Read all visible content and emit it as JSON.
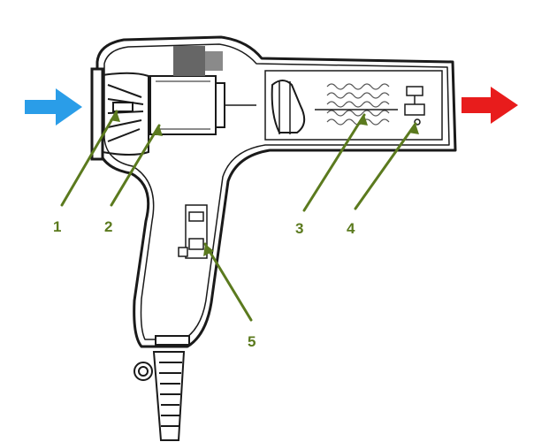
{
  "colors": {
    "intake_arrow": "#2a9de8",
    "outlet_arrow": "#e81c1c",
    "callout": "#5b7a1e",
    "outline": "#1a1a1a",
    "hatch": "#555555"
  },
  "callouts": [
    {
      "label": "1",
      "part": "fan"
    },
    {
      "label": "2",
      "part": "motor"
    },
    {
      "label": "3",
      "part": "heating-element"
    },
    {
      "label": "4",
      "part": "thermal-cutoff"
    },
    {
      "label": "5",
      "part": "switch"
    }
  ],
  "arrows": {
    "intake": {
      "icon": "arrow-right-icon"
    },
    "outlet": {
      "icon": "arrow-right-icon"
    }
  }
}
